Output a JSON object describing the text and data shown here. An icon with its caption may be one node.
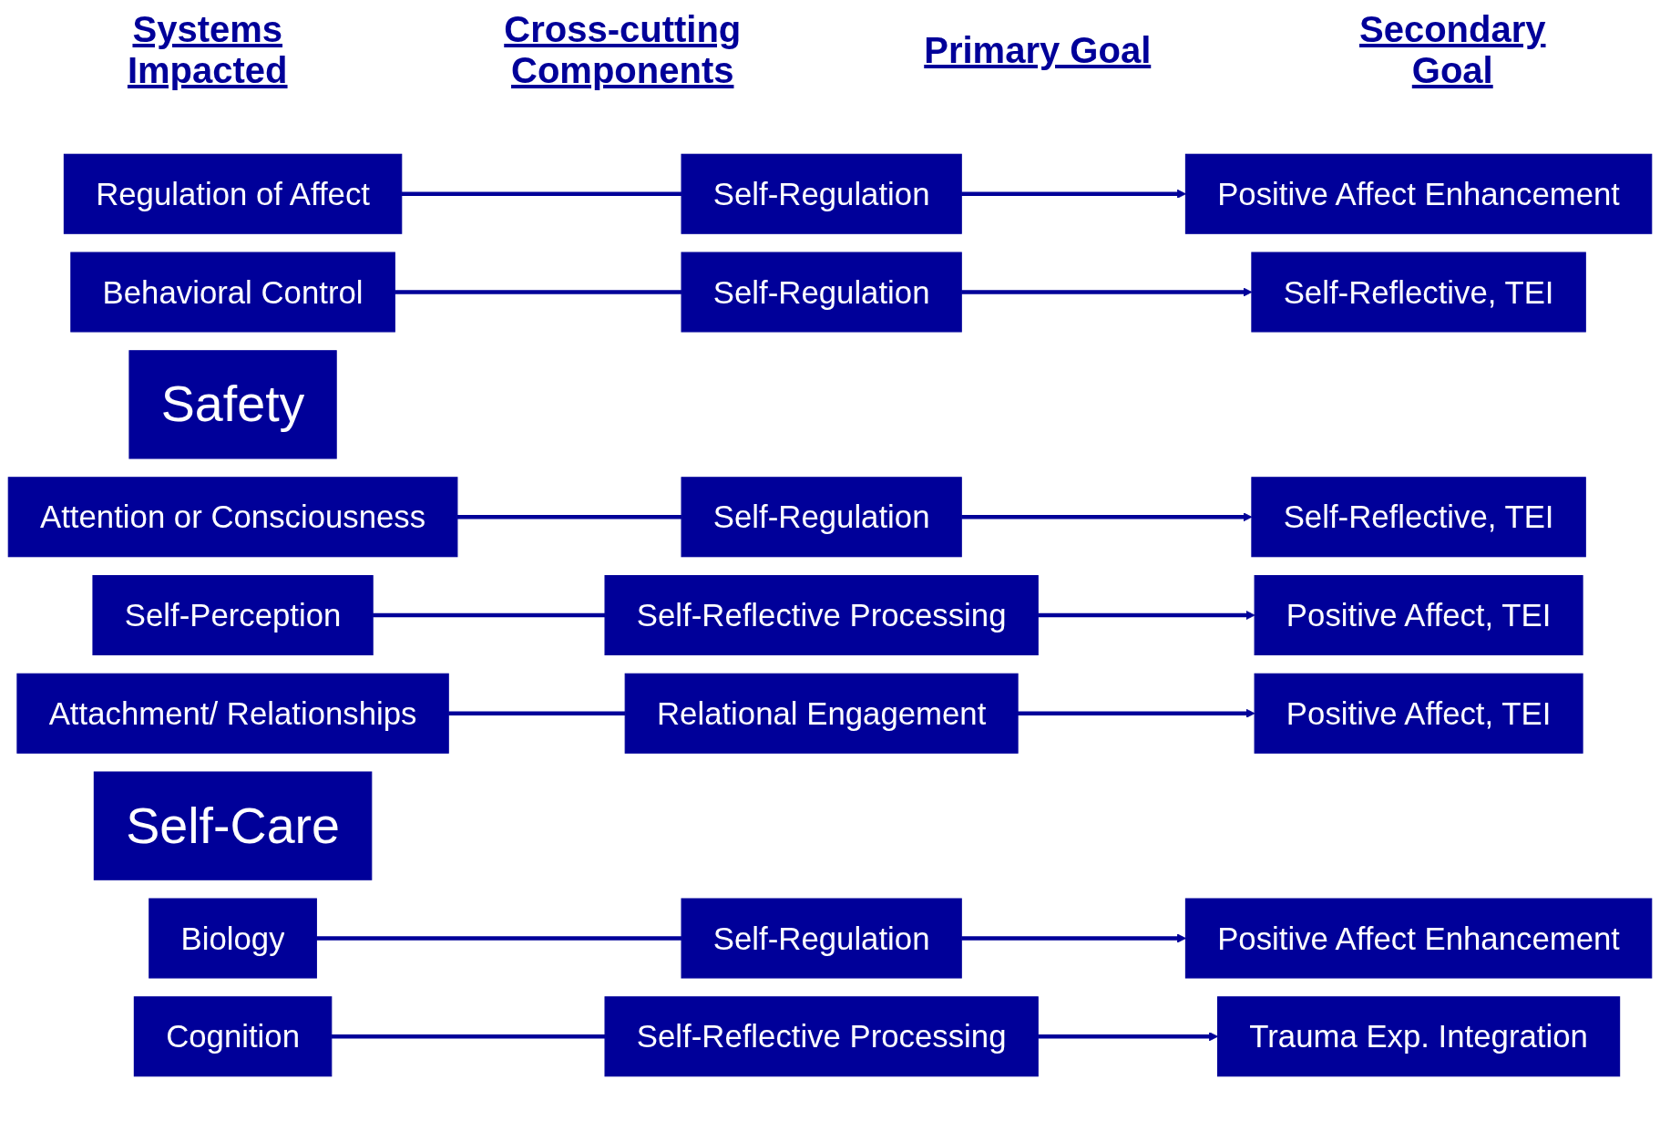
{
  "diagram": {
    "nodes": [
      {
        "text": [
          "Regulation of Affect"
        ]
      },
      {
        "text": [
          "Self-Regulation"
        ]
      },
      {
        "text": [
          "Positive Affect Enhancement"
        ]
      },
      {
        "text": [
          "Behavioral Control"
        ]
      },
      {
        "text": [
          "Self-Regulation"
        ]
      },
      {
        "text": [
          "Self-Reflective, TEI"
        ]
      },
      {
        "text": [
          "Safety"
        ]
      },
      {
        "text": [
          "Attention or Consciousness"
        ]
      },
      {
        "text": [
          "Self-Regulation"
        ]
      },
      {
        "text": [
          "Self-Reflective, TEI"
        ]
      },
      {
        "text": [
          "Self-Perception"
        ]
      },
      {
        "text": [
          "Self-Reflective Processing"
        ]
      },
      {
        "text": [
          "Positive Affect, TEI"
        ]
      },
      {
        "text": [
          "Attachment/ Relationships"
        ]
      },
      {
        "text": [
          "Relational Engagement"
        ]
      },
      {
        "text": [
          "Positive Affect, TEI"
        ]
      },
      {
        "text": [
          "Self-Care"
        ]
      },
      {
        "text": [
          "Biology"
        ]
      },
      {
        "text": [
          "Self-Regulation"
        ]
      },
      {
        "text": [
          "Positive Affect Enhancement"
        ]
      },
      {
        "text": [
          "Cognition"
        ]
      },
      {
        "text": [
          "Self-Reflective Processing"
        ]
      },
      {
        "text": [
          "Trauma Exp. Integration"
        ]
      }
    ],
    "edges": [
      {
        "from": 0,
        "to": 1,
        "arrow": "none"
      },
      {
        "from": 1,
        "to": 2,
        "arrow": "to"
      },
      {
        "from": 3,
        "to": 4,
        "arrow": "none"
      },
      {
        "from": 4,
        "to": 5,
        "arrow": "to"
      },
      {
        "from": 7,
        "to": 8,
        "arrow": "none"
      },
      {
        "from": 8,
        "to": 9,
        "arrow": "to"
      },
      {
        "from": 10,
        "to": 11,
        "arrow": "none"
      },
      {
        "from": 11,
        "to": 12,
        "arrow": "to"
      },
      {
        "from": 13,
        "to": 14,
        "arrow": "none"
      },
      {
        "from": 14,
        "to": 15,
        "arrow": "to"
      },
      {
        "from": 17,
        "to": 18,
        "arrow": "none"
      },
      {
        "from": 18,
        "to": 19,
        "arrow": "to"
      },
      {
        "from": 20,
        "to": 21,
        "arrow": "none"
      },
      {
        "from": 21,
        "to": 22,
        "arrow": "to"
      }
    ],
    "labels": [
      "Systems Impacted",
      "Cross-cutting Components",
      "Primary Goal",
      "Secondary Goal"
    ]
  }
}
